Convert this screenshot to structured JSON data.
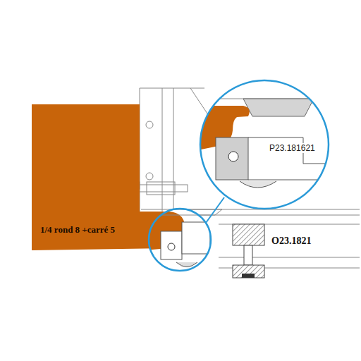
{
  "diagram": {
    "labels": [
      "1/4 rond 8 +carré 5",
      "P23.181621",
      "O23.1821"
    ]
  }
}
